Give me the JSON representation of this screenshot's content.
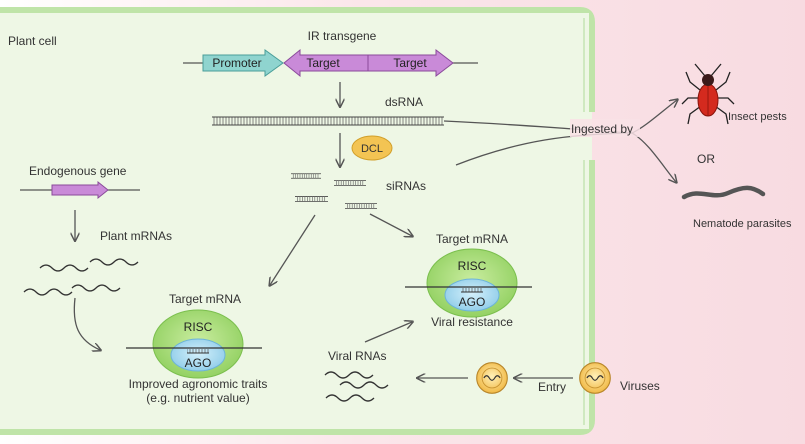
{
  "labels": {
    "plant_cell": "Plant cell",
    "ir_transgene": "IR transgene",
    "promoter": "Promoter",
    "target_1": "Target",
    "target_2": "Target",
    "dsrna": "dsRNA",
    "dcl": "DCL",
    "sirnas": "siRNAs",
    "ingested_by": "Ingested by",
    "insect_pests": "Insect pests",
    "or": "OR",
    "nematode_parasites": "Nematode parasites",
    "endogenous_gene": "Endogenous gene",
    "plant_mrnas": "Plant mRNAs",
    "target_mrna_left": "Target mRNA",
    "risc_left": "RISC",
    "ago_left": "AGO",
    "improved_traits_line1": "Improved agronomic traits",
    "improved_traits_line2": "(e.g. nutrient value)",
    "target_mrna_right": "Target mRNA",
    "risc_right": "RISC",
    "ago_right": "AGO",
    "viral_resistance": "Viral resistance",
    "viral_rnas": "Viral RNAs",
    "entry": "Entry",
    "viruses": "Viruses"
  },
  "colors": {
    "cell_fill": "#eef7e6",
    "cell_border": "#bde3a6",
    "promoter": "#8fd4cf",
    "transgene": "#c98ad8",
    "dcl": "#f3c453",
    "risc": "#a8dc7e",
    "ago": "#9ed6ee",
    "virus": "#f2c55a",
    "insect": "#d42a1e",
    "nematode": "#5a5a5a",
    "outside": "#fbe3e7"
  }
}
